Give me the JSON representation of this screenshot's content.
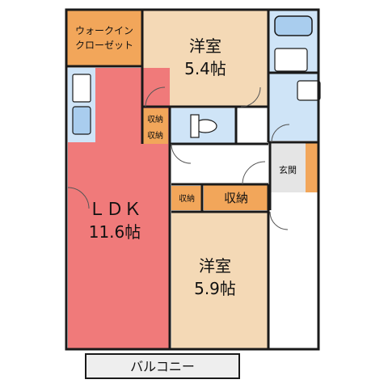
{
  "colors": {
    "wall": "#1a1a1a",
    "room_tan": "#f4d9b6",
    "storage_orange": "#f2a65a",
    "ldk_red": "#f07a7a",
    "wet_blue": "#cfe4f7",
    "fixture_blue": "#a9cdee",
    "entrance_gray": "#e5e5e5",
    "balcony_gray": "#eeeeee",
    "floor_white": "#ffffff"
  },
  "rooms": {
    "walkin_closet": {
      "line1": "ウォークイン",
      "line2": "クローゼット"
    },
    "western_north": {
      "name": "洋室",
      "size": "5.4帖"
    },
    "ldk": {
      "name": "ＬＤＫ",
      "size": "11.6帖"
    },
    "western_south": {
      "name": "洋室",
      "size": "5.9帖"
    },
    "storage_small_1": "収納",
    "storage_small_2": "収納",
    "storage_left": "収納",
    "storage_right": "収納",
    "entrance": "玄関",
    "balcony": "バルコニー"
  },
  "icons": [
    "bathtub-icon",
    "toilet-icon",
    "washbasin-icon",
    "sink-icon"
  ]
}
